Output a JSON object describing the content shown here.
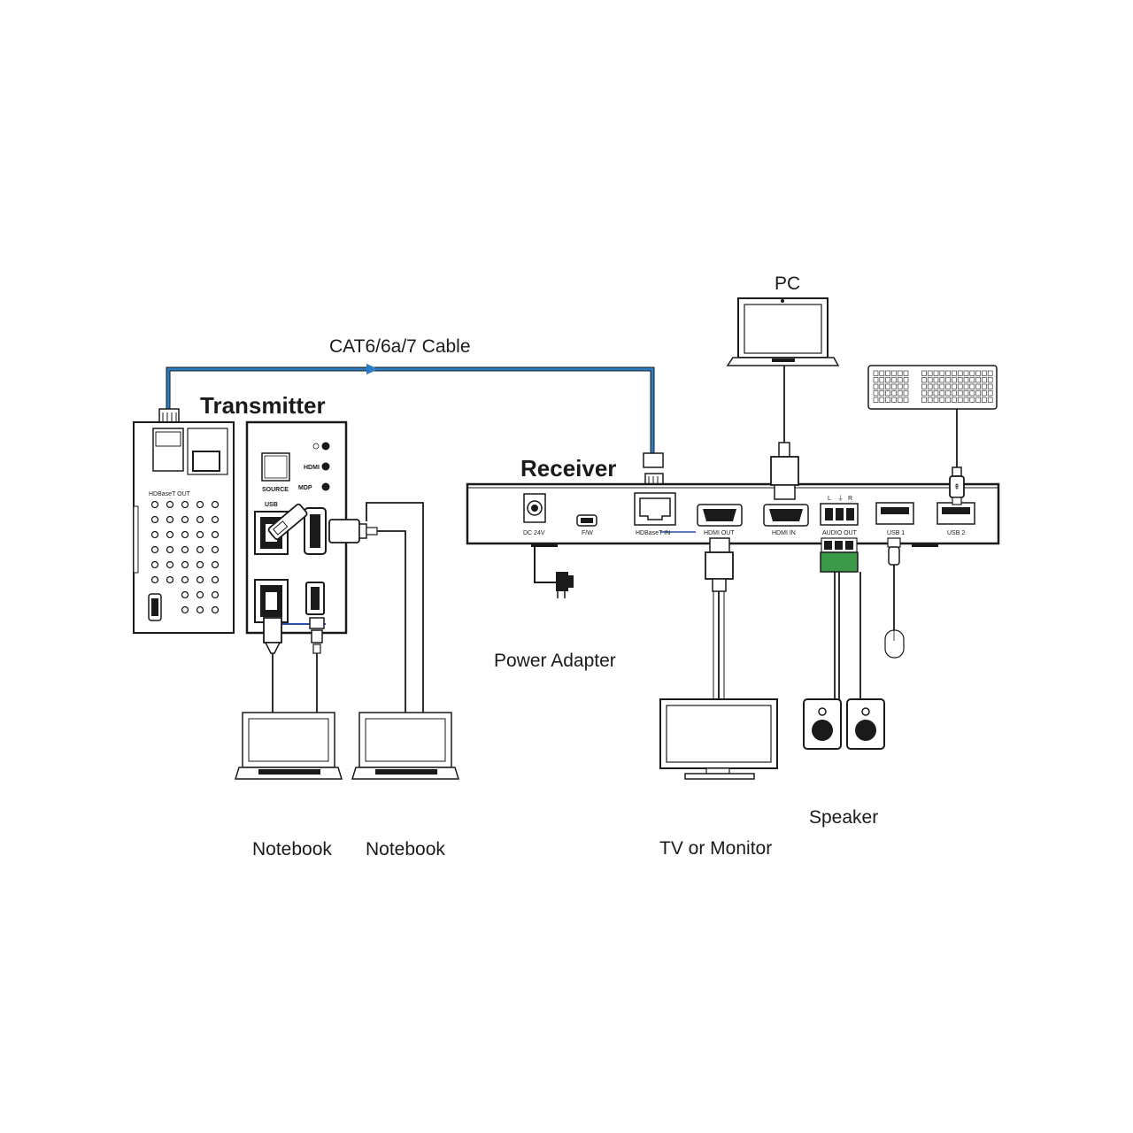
{
  "diagram": {
    "cable_label": "CAT6/6a/7 Cable",
    "transmitter": {
      "title": "Transmitter",
      "hdbaset_out": "HDBaseT OUT",
      "source": "SOURCE",
      "hdmi": "HDMI",
      "mdp": "MDP",
      "usb": "USB"
    },
    "receiver": {
      "title": "Receiver",
      "ports": {
        "dc": "DC 24V",
        "fw": "F/W",
        "hdbaset_in": "HDBaseT IN",
        "hdmi_out": "HDMI OUT",
        "hdmi_in": "HDMI IN",
        "audio_out": "AUDIO OUT",
        "usb1": "USB 1",
        "usb2": "USB 2",
        "audio_l": "L",
        "audio_g": "⏚",
        "audio_r": "R"
      }
    },
    "devices": {
      "pc": "PC",
      "power_adapter": "Power Adapter",
      "notebook_1": "Notebook",
      "notebook_2": "Notebook",
      "tv": "TV or Monitor",
      "speaker": "Speaker"
    },
    "colors": {
      "cable": "#2b7cc4",
      "terminal": "#3a9a4a",
      "line": "#1a1a1a"
    }
  }
}
